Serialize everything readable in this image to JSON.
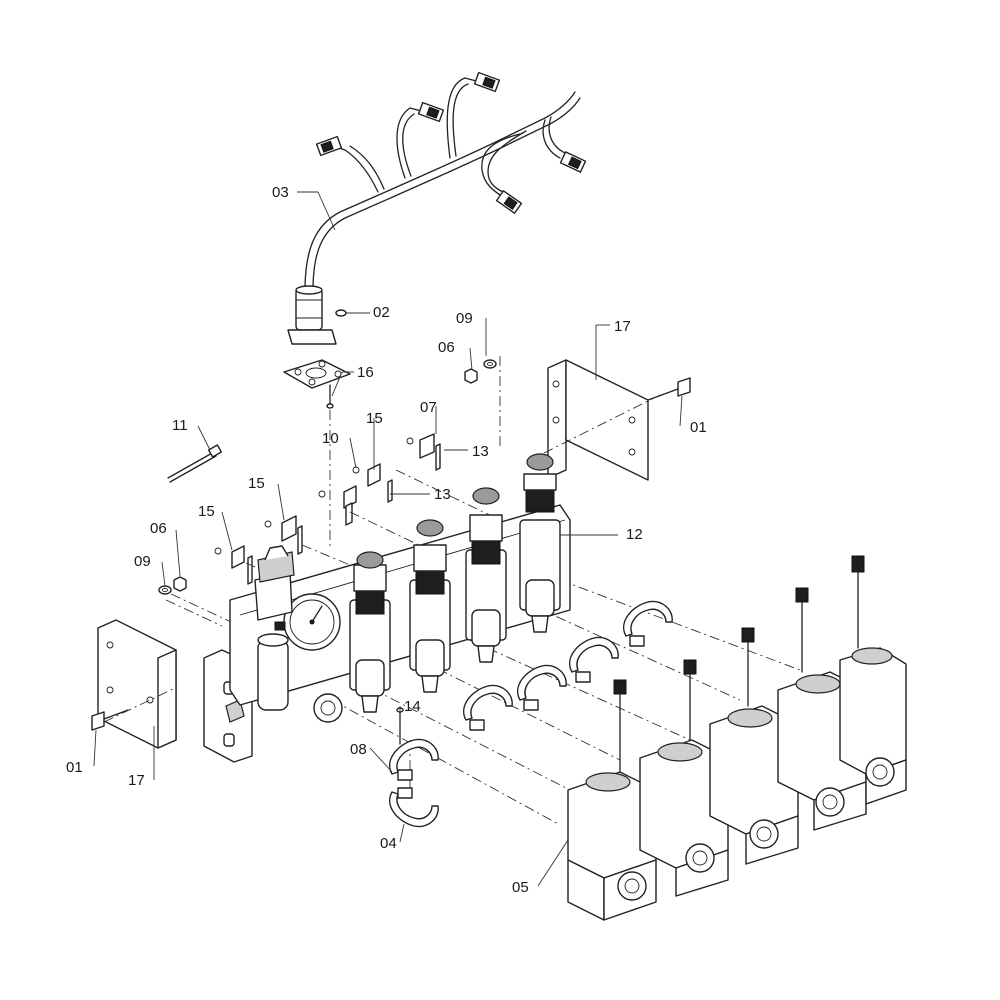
{
  "callouts": {
    "c01a": "01",
    "c01b": "01",
    "c02": "02",
    "c03": "03",
    "c04": "04",
    "c05": "05",
    "c06a": "06",
    "c06b": "06",
    "c07": "07",
    "c08": "08",
    "c09a": "09",
    "c09b": "09",
    "c10": "10",
    "c11": "11",
    "c12": "12",
    "c13a": "13",
    "c13b": "13",
    "c14": "14",
    "c15a": "15",
    "c15b": "15",
    "c15c": "15",
    "c16": "16",
    "c17a": "17",
    "c17b": "17"
  }
}
